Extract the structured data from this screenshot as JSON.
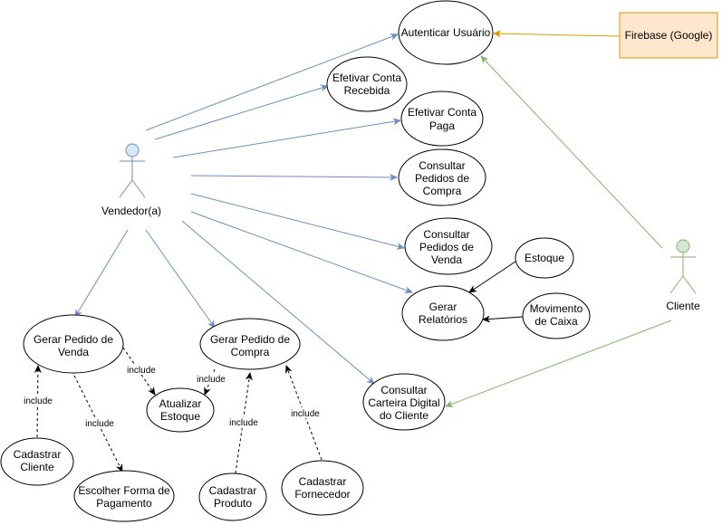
{
  "diagram": {
    "type": "use-case",
    "actors": [
      {
        "id": "vendedor",
        "label": "Vendedor(a)",
        "color": "#6c8ebf",
        "fill": "#dae8fc"
      },
      {
        "id": "cliente",
        "label": "Cliente",
        "color": "#82b366",
        "fill": "#d5e8d4"
      }
    ],
    "external_systems": [
      {
        "id": "firebase",
        "label": "Firebase (Google)",
        "fill": "#ffe6cc",
        "stroke": "#d79b00"
      }
    ],
    "use_cases": [
      {
        "id": "autenticar",
        "lines": [
          "Autenticar Usuário"
        ]
      },
      {
        "id": "efetivar-recebida",
        "lines": [
          "Efetivar Conta",
          "Recebida"
        ]
      },
      {
        "id": "efetivar-paga",
        "lines": [
          "Efetivar Conta",
          "Paga"
        ]
      },
      {
        "id": "consultar-compra",
        "lines": [
          "Consultar",
          "Pedidos de",
          "Compra"
        ]
      },
      {
        "id": "consultar-venda",
        "lines": [
          "Consultar",
          "Pedidos de",
          "Venda"
        ]
      },
      {
        "id": "gerar-relatorios",
        "lines": [
          "Gerar",
          "Relatórios"
        ]
      },
      {
        "id": "estoque",
        "lines": [
          "Estoque"
        ]
      },
      {
        "id": "movimento-caixa",
        "lines": [
          "Movimento",
          "de Caixa"
        ]
      },
      {
        "id": "gerar-pedido-venda",
        "lines": [
          "Gerar Pedido de",
          "Venda"
        ]
      },
      {
        "id": "gerar-pedido-compra",
        "lines": [
          "Gerar Pedido de",
          "Compra"
        ]
      },
      {
        "id": "atualizar-estoque",
        "lines": [
          "Atualizar",
          "Estoque"
        ]
      },
      {
        "id": "consultar-carteira",
        "lines": [
          "Consultar",
          "Carteira Digital",
          "do Cliente"
        ]
      },
      {
        "id": "cadastrar-cliente",
        "lines": [
          "Cadastrar",
          "Cliente"
        ]
      },
      {
        "id": "escolher-pagamento",
        "lines": [
          "Escolher Forma de",
          "Pagamento"
        ]
      },
      {
        "id": "cadastrar-produto",
        "lines": [
          "Cadastrar",
          "Produto"
        ]
      },
      {
        "id": "cadastrar-fornecedor",
        "lines": [
          "Cadastrar",
          "Fornecedor"
        ]
      }
    ],
    "include_label": "include",
    "relations": [
      {
        "from": "vendedor",
        "to": "autenticar",
        "kind": "association"
      },
      {
        "from": "vendedor",
        "to": "efetivar-recebida",
        "kind": "association"
      },
      {
        "from": "vendedor",
        "to": "efetivar-paga",
        "kind": "association"
      },
      {
        "from": "vendedor",
        "to": "consultar-compra",
        "kind": "association"
      },
      {
        "from": "vendedor",
        "to": "consultar-venda",
        "kind": "association"
      },
      {
        "from": "vendedor",
        "to": "gerar-relatorios",
        "kind": "association"
      },
      {
        "from": "vendedor",
        "to": "gerar-pedido-venda",
        "kind": "association"
      },
      {
        "from": "vendedor",
        "to": "gerar-pedido-compra",
        "kind": "association"
      },
      {
        "from": "vendedor",
        "to": "consultar-carteira",
        "kind": "association"
      },
      {
        "from": "cliente",
        "to": "autenticar",
        "kind": "association"
      },
      {
        "from": "cliente",
        "to": "consultar-carteira",
        "kind": "association"
      },
      {
        "from": "firebase",
        "to": "autenticar",
        "kind": "association"
      },
      {
        "from": "estoque",
        "to": "gerar-relatorios",
        "kind": "dependency"
      },
      {
        "from": "movimento-caixa",
        "to": "gerar-relatorios",
        "kind": "dependency"
      },
      {
        "from": "gerar-pedido-venda",
        "to": "atualizar-estoque",
        "kind": "include"
      },
      {
        "from": "gerar-pedido-venda",
        "to": "escolher-pagamento",
        "kind": "include"
      },
      {
        "from": "cadastrar-cliente",
        "to": "gerar-pedido-venda",
        "kind": "include"
      },
      {
        "from": "gerar-pedido-compra",
        "to": "atualizar-estoque",
        "kind": "include"
      },
      {
        "from": "cadastrar-produto",
        "to": "gerar-pedido-compra",
        "kind": "include"
      },
      {
        "from": "cadastrar-fornecedor",
        "to": "gerar-pedido-compra",
        "kind": "include"
      }
    ]
  }
}
